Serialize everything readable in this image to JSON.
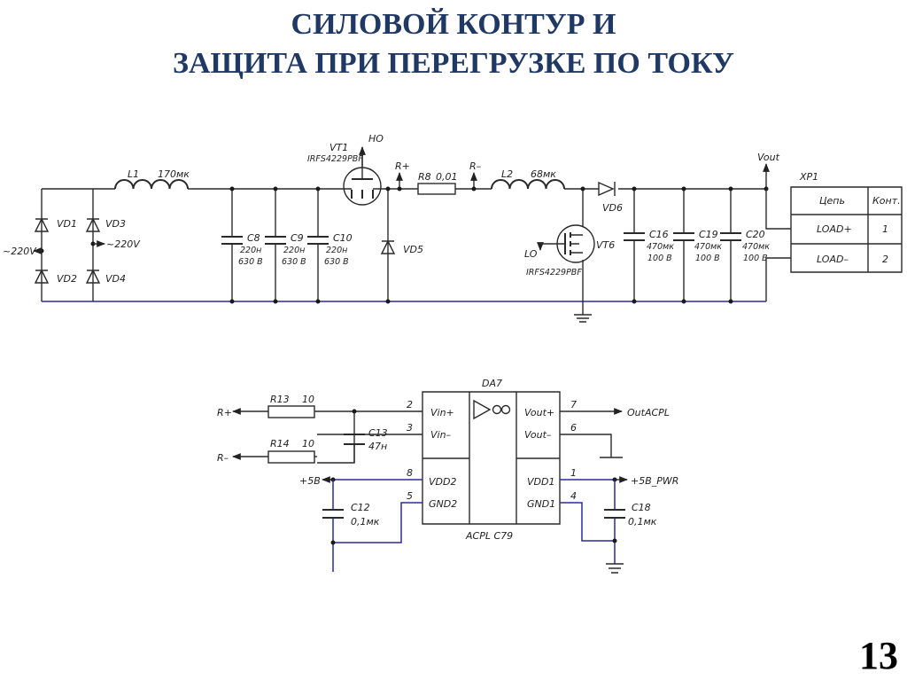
{
  "title": {
    "line1": "СИЛОВОЙ КОНТУР И",
    "line2": "ЗАЩИТА ПРИ ПЕРЕГРУЗКЕ ПО ТОКУ"
  },
  "page_number": "13",
  "power_circuit": {
    "vd1": "VD1",
    "vd2": "VD2",
    "vd3": "VD3",
    "vd4": "VD4",
    "ac_in_left": "~220V",
    "ac_in_right": "~220V",
    "l1": "L1",
    "l1_value": "170мк",
    "c8": "C8",
    "c9": "C9",
    "c10": "C10",
    "c_value": "220н",
    "c_voltage": "630 В",
    "vt1": "VT1",
    "vt1_part": "IRFS4229PBF",
    "ho": "HO",
    "r_plus": "R+",
    "r8": "R8",
    "r8_value": "0,01",
    "r_minus": "R–",
    "vd5": "VD5",
    "l2": "L2",
    "l2_value": "68мк",
    "vd6": "VD6",
    "vt6": "VT6",
    "vt6_part": "IRFS4229PBF",
    "lo": "LO",
    "c16": "C16",
    "c19": "C19",
    "c20": "C20",
    "c_out_value": "470мк",
    "c_out_voltage": "100 В",
    "vout": "Vout"
  },
  "connector": {
    "name": "XP1",
    "header_circuit": "Цепь",
    "header_contact": "Конт.",
    "rows": [
      {
        "circuit": "LOAD+",
        "contact": "1"
      },
      {
        "circuit": "LOAD–",
        "contact": "2"
      }
    ]
  },
  "sensor_circuit": {
    "da7": "DA7",
    "part": "ACPL C79",
    "pin_vin_plus": "Vin+",
    "pin_vin_minus": "Vin–",
    "pin_vdd2": "VDD2",
    "pin_gnd2": "GND2",
    "pin_vout_plus": "Vout+",
    "pin_vout_minus": "Vout–",
    "pin_vdd1": "VDD1",
    "pin_gnd1": "GND1",
    "pn2": "2",
    "pn3": "3",
    "pn8": "8",
    "pn5": "5",
    "pn7": "7",
    "pn6": "6",
    "pn1": "1",
    "pn4": "4",
    "r_plus": "R+",
    "r_minus": "R–",
    "r13": "R13",
    "r14": "R14",
    "r_value": "10",
    "c13": "C13",
    "c13_value": "47н",
    "c12": "C12",
    "c12_value": "0,1мк",
    "c18": "C18",
    "c18_value": "0,1мк",
    "plus5v": "+5В",
    "plus5v_pwr": "+5В_PWR",
    "out_acpl": "OutACPL"
  },
  "colors": {
    "title": "#1f3864",
    "wire": "#2a2a2a",
    "wire_blue": "#2a2a9a"
  }
}
